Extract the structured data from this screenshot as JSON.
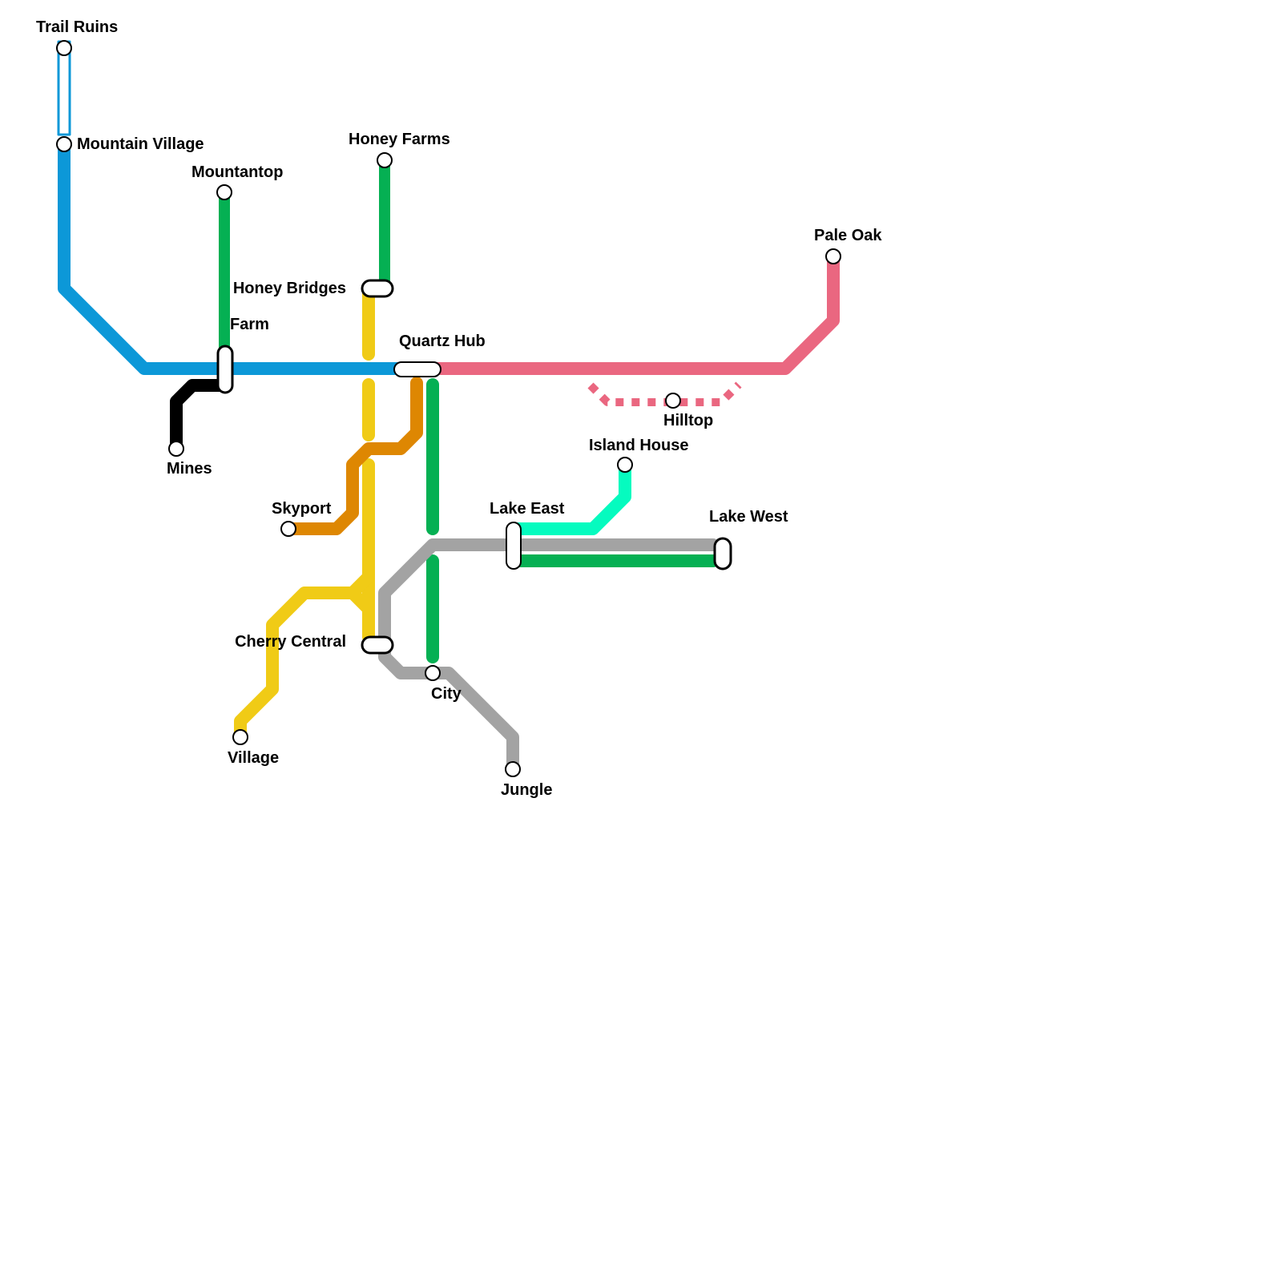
{
  "lines": [
    {
      "id": "blue",
      "color": "#0c98d8"
    },
    {
      "id": "green-north",
      "color": "#05b053"
    },
    {
      "id": "green-south",
      "color": "#05b053"
    },
    {
      "id": "yellow",
      "color": "#f0cb16"
    },
    {
      "id": "orange",
      "color": "#de8702"
    },
    {
      "id": "black",
      "color": "#000000"
    },
    {
      "id": "pink",
      "color": "#ea6780"
    },
    {
      "id": "grey",
      "color": "#a3a3a3"
    },
    {
      "id": "aqua",
      "color": "#05fbbf"
    }
  ],
  "stations": {
    "trail_ruins": "Trail Ruins",
    "mountain_village": "Mountain Village",
    "mountaintop": "Mountantop",
    "honey_farms": "Honey Farms",
    "honey_bridges": "Honey Bridges",
    "farm": "Farm",
    "quartz_hub": "Quartz Hub",
    "pale_oak": "Pale Oak",
    "mines": "Mines",
    "hilltop": "Hilltop",
    "island_house": "Island House",
    "skyport": "Skyport",
    "lake_east": "Lake East",
    "lake_west": "Lake West",
    "cherry_central": "Cherry Central",
    "city": "City",
    "village": "Village",
    "jungle": "Jungle"
  }
}
